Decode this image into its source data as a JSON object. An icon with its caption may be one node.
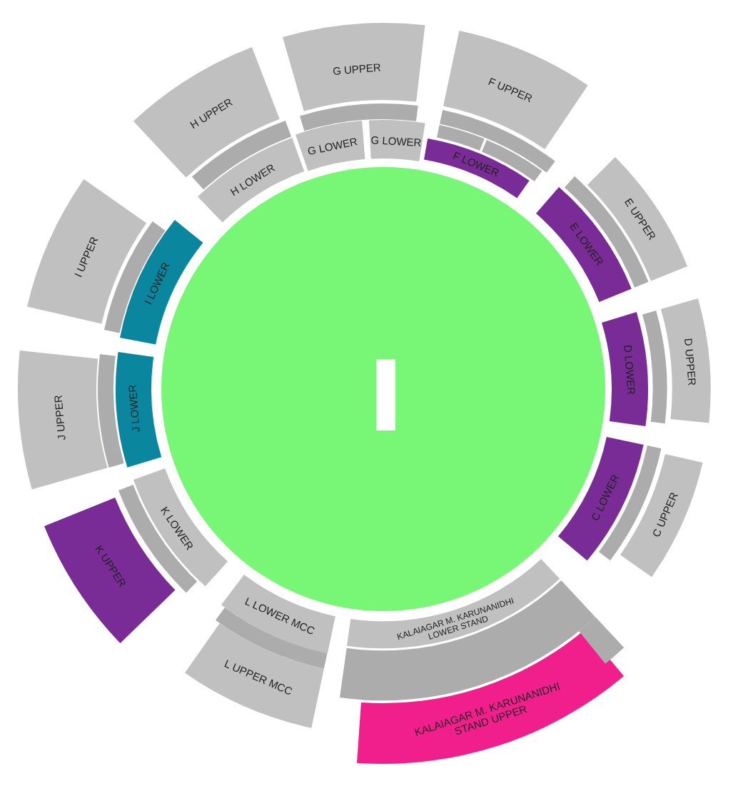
{
  "diagram": {
    "nodes": [
      {
        "text": [
          "G UPPER"
        ]
      },
      {
        "text": [
          "F UPPER"
        ]
      },
      {
        "text": [
          "H UPPER"
        ]
      },
      {
        "text": [
          "G LOWER"
        ]
      },
      {
        "text": [
          "G LOWER"
        ]
      },
      {
        "text": [
          "F LOWER"
        ]
      },
      {
        "text": [
          "H LOWER"
        ]
      },
      {
        "text": [
          "E UPPER"
        ]
      },
      {
        "text": [
          "E LOWER"
        ]
      },
      {
        "text": [
          "I UPPER"
        ]
      },
      {
        "text": [
          "I LOWER"
        ]
      },
      {
        "text": [
          "D LOWER"
        ]
      },
      {
        "text": [
          "D UPPER"
        ]
      },
      {
        "text": [
          "J UPPER"
        ]
      },
      {
        "text": [
          "J LOWER"
        ]
      },
      {
        "text": [
          "C LOWER"
        ]
      },
      {
        "text": [
          "C UPPER"
        ]
      },
      {
        "text": [
          "K LOWER"
        ]
      },
      {
        "text": [
          "K UPPER"
        ]
      },
      {
        "text": [
          "KALAIAGAR M. KARUNANIDHI LOWER STAND"
        ]
      },
      {
        "text": [
          "L LOWER MCC"
        ]
      },
      {
        "text": [
          "L UPPER MCC"
        ]
      },
      {
        "text": [
          "KALAIAGAR M. KARUNANIDHI STAND UPPER"
        ]
      },
      {
        "text": [],
        "shape": "bar"
      },
      {
        "text": [],
        "shape": "bar"
      },
      {
        "text": [],
        "shape": "bar"
      },
      {
        "text": [],
        "shape": "bar"
      },
      {
        "text": [],
        "shape": "bar"
      },
      {
        "text": [],
        "shape": "bar"
      },
      {
        "text": [],
        "shape": "bar"
      },
      {
        "text": [],
        "shape": "bar"
      },
      {
        "text": [],
        "shape": "bar"
      },
      {
        "text": [],
        "shape": "bar"
      },
      {
        "text": [],
        "shape": "bar"
      },
      {
        "text": [],
        "shape": "bar"
      },
      {
        "text": [],
        "shape": "bar"
      },
      {
        "text": [],
        "shape": "bar"
      }
    ]
  }
}
